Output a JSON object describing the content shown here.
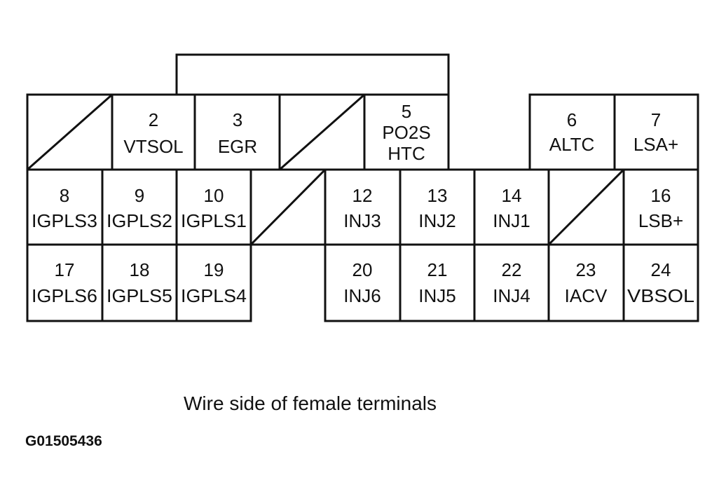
{
  "diagram": {
    "caption": "Wire side of female terminals",
    "figure_code": "G01505436",
    "terminals": [
      {
        "number": "2",
        "label": "VTSOL"
      },
      {
        "number": "3",
        "label": "EGR"
      },
      {
        "number": "5",
        "label": "PO2S",
        "label2": "HTC"
      },
      {
        "number": "6",
        "label": "ALTC"
      },
      {
        "number": "7",
        "label": "LSA+"
      },
      {
        "number": "8",
        "label": "IGPLS3"
      },
      {
        "number": "9",
        "label": "IGPLS2"
      },
      {
        "number": "10",
        "label": "IGPLS1"
      },
      {
        "number": "12",
        "label": "INJ3"
      },
      {
        "number": "13",
        "label": "INJ2"
      },
      {
        "number": "14",
        "label": "INJ1"
      },
      {
        "number": "16",
        "label": "LSB+"
      },
      {
        "number": "17",
        "label": "IGPLS6"
      },
      {
        "number": "18",
        "label": "IGPLS5"
      },
      {
        "number": "19",
        "label": "IGPLS4"
      },
      {
        "number": "20",
        "label": "INJ6"
      },
      {
        "number": "21",
        "label": "INJ5"
      },
      {
        "number": "22",
        "label": "INJ4"
      },
      {
        "number": "23",
        "label": "IACV"
      },
      {
        "number": "24",
        "label": "VBSOL"
      }
    ]
  }
}
